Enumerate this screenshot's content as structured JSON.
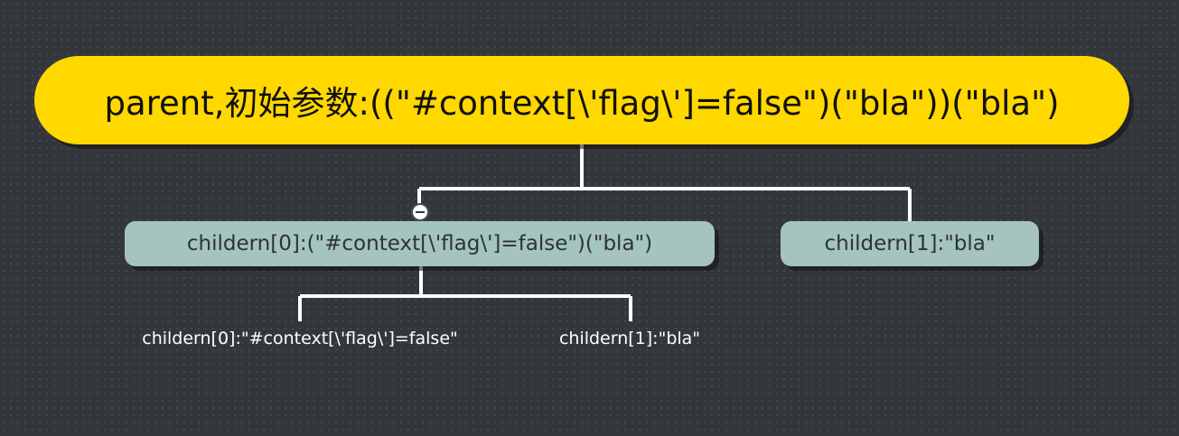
{
  "diagram": {
    "root": {
      "label": "parent,初始参数:((\"#context[\\'flag\\']=false\")(\"bla\"))(\"bla\")"
    },
    "children": [
      {
        "label": "childern[0]:(\"#context[\\'flag\\']=false\")(\"bla\")",
        "collapse_icon": "minus-circle-icon",
        "children": [
          {
            "label": "childern[0]:\"#context[\\'flag\\']=false\""
          },
          {
            "label": "childern[1]:\"bla\""
          }
        ]
      },
      {
        "label": "childern[1]:\"bla\""
      }
    ]
  },
  "colors": {
    "background": "#33373c",
    "root_fill": "#ffd800",
    "root_text": "#111111",
    "child_fill": "#a4c4bd",
    "child_text": "#2d3338",
    "leaf_text": "#ffffff",
    "connector": "#ffffff"
  }
}
